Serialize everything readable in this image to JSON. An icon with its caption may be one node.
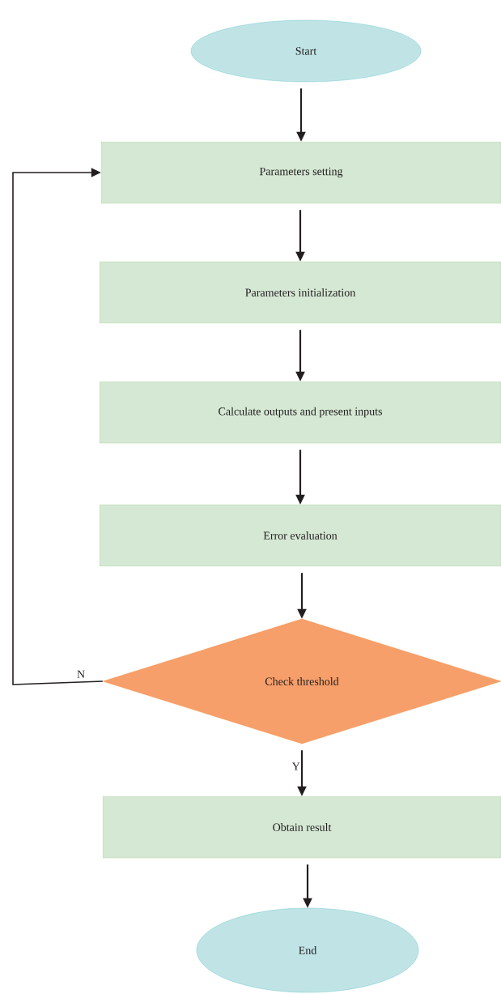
{
  "diagram": {
    "nodes": [
      {
        "text": [
          "Start"
        ]
      },
      {
        "text": [
          "Parameters setting"
        ]
      },
      {
        "text": [
          "Parameters initialization"
        ]
      },
      {
        "text": [
          "Calculate outputs and present inputs"
        ]
      },
      {
        "text": [
          "Error evaluation"
        ]
      },
      {
        "text": [
          "Check threshold"
        ]
      },
      {
        "text": [
          "Obtain result"
        ]
      },
      {
        "text": [
          "End"
        ]
      }
    ],
    "edges": [
      {
        "from": 0,
        "to": 1,
        "arrow": "to"
      },
      {
        "from": 1,
        "to": 2,
        "arrow": "to"
      },
      {
        "from": 2,
        "to": 3,
        "arrow": "to"
      },
      {
        "from": 3,
        "to": 4,
        "arrow": "to"
      },
      {
        "from": 4,
        "to": 5,
        "arrow": "to"
      },
      {
        "from": 5,
        "to": 1,
        "arrow": "to",
        "label": "N"
      },
      {
        "from": 5,
        "to": 6,
        "arrow": "to",
        "label": "Y"
      },
      {
        "from": 6,
        "to": 7,
        "arrow": "to"
      }
    ]
  }
}
